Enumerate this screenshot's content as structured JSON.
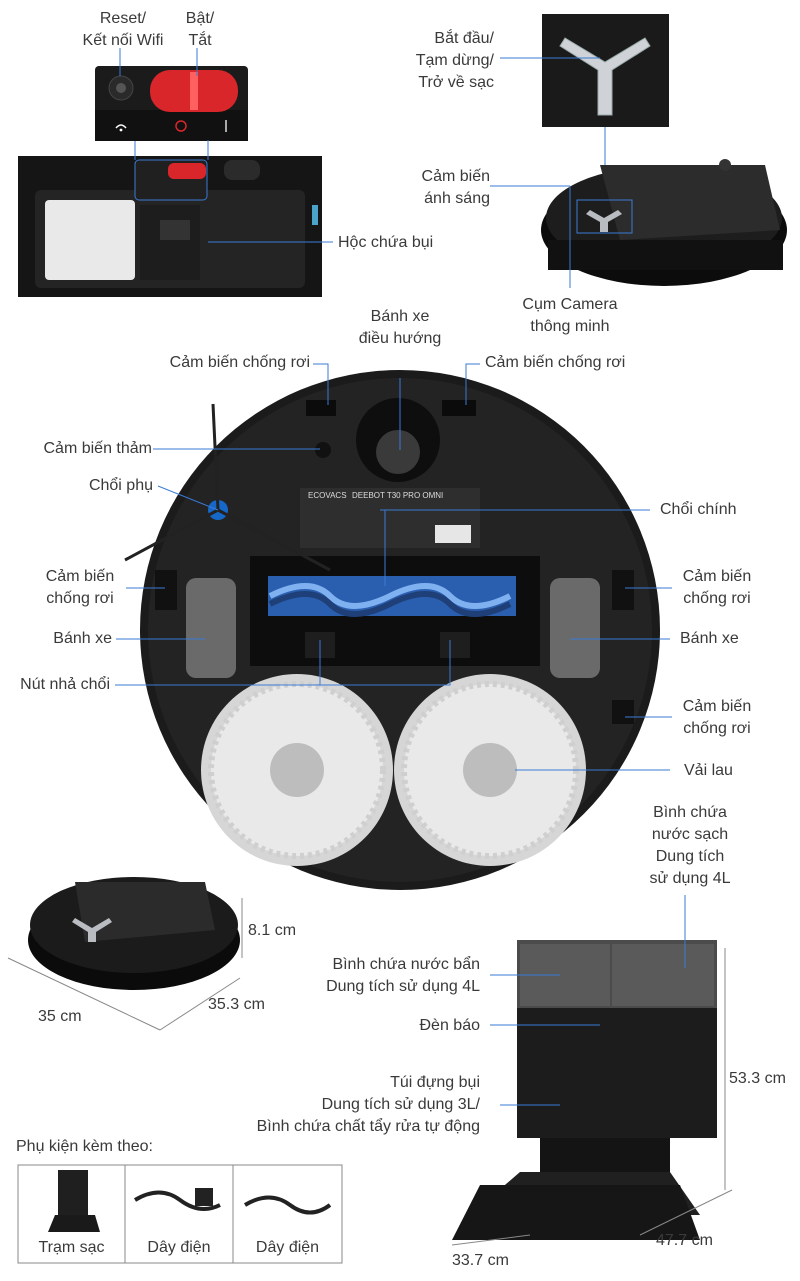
{
  "labels": {
    "reset": [
      "Reset/",
      "Kết nối Wifi"
    ],
    "power": [
      "Bật/",
      "Tắt"
    ],
    "dustbin": "Hộc chứa bụi",
    "start_button": [
      "Bắt đầu/",
      "Tạm dừng/",
      "Trở về sạc"
    ],
    "light_sensor": [
      "Cảm biến",
      "ánh sáng"
    ],
    "camera": [
      "Cụm Camera",
      "thông minh"
    ],
    "guide_wheel": [
      "Bánh xe",
      "điều hướng"
    ],
    "cliff_top_left": "Cảm biến chống rơi",
    "cliff_top_right": "Cảm biến chống rơi",
    "carpet_sensor": "Cảm biến thảm",
    "side_brush": "Chổi phụ",
    "main_brush": "Chổi chính",
    "cliff_left": [
      "Cảm biến",
      "chống rơi"
    ],
    "cliff_right": [
      "Cảm biến",
      "chống rơi"
    ],
    "wheel_left": "Bánh xe",
    "wheel_right": "Bánh xe",
    "brush_release": "Nút nhả chổi",
    "cliff_right2": [
      "Cảm biến",
      "chống rơi"
    ],
    "mop": "Vải lau",
    "clean_tank": [
      "Bình chứa",
      "nước sạch",
      "Dung tích",
      "sử dụng 4L"
    ],
    "dirty_tank": [
      "Bình chứa nước bẩn",
      "Dung tích sử dụng 4L"
    ],
    "indicator": "Đèn báo",
    "dust_bag": [
      "Túi đựng bụi",
      "Dung tích sử dụng 3L/",
      "Bình chứa chất tẩy rửa tự động"
    ],
    "robot_height": "8.1 cm",
    "robot_width": "35 cm",
    "robot_depth": "35.3 cm",
    "station_height": "53.3 cm",
    "station_width": "33.7 cm",
    "station_depth": "47.7 cm",
    "accessories_title": "Phụ kiện kèm theo:",
    "acc": [
      "Trạm sạc",
      "Dây điện",
      "Dây điện"
    ]
  },
  "device_text": {
    "brand": "ECOVACS",
    "model": "DEEBOT T30 PRO OMNI"
  }
}
